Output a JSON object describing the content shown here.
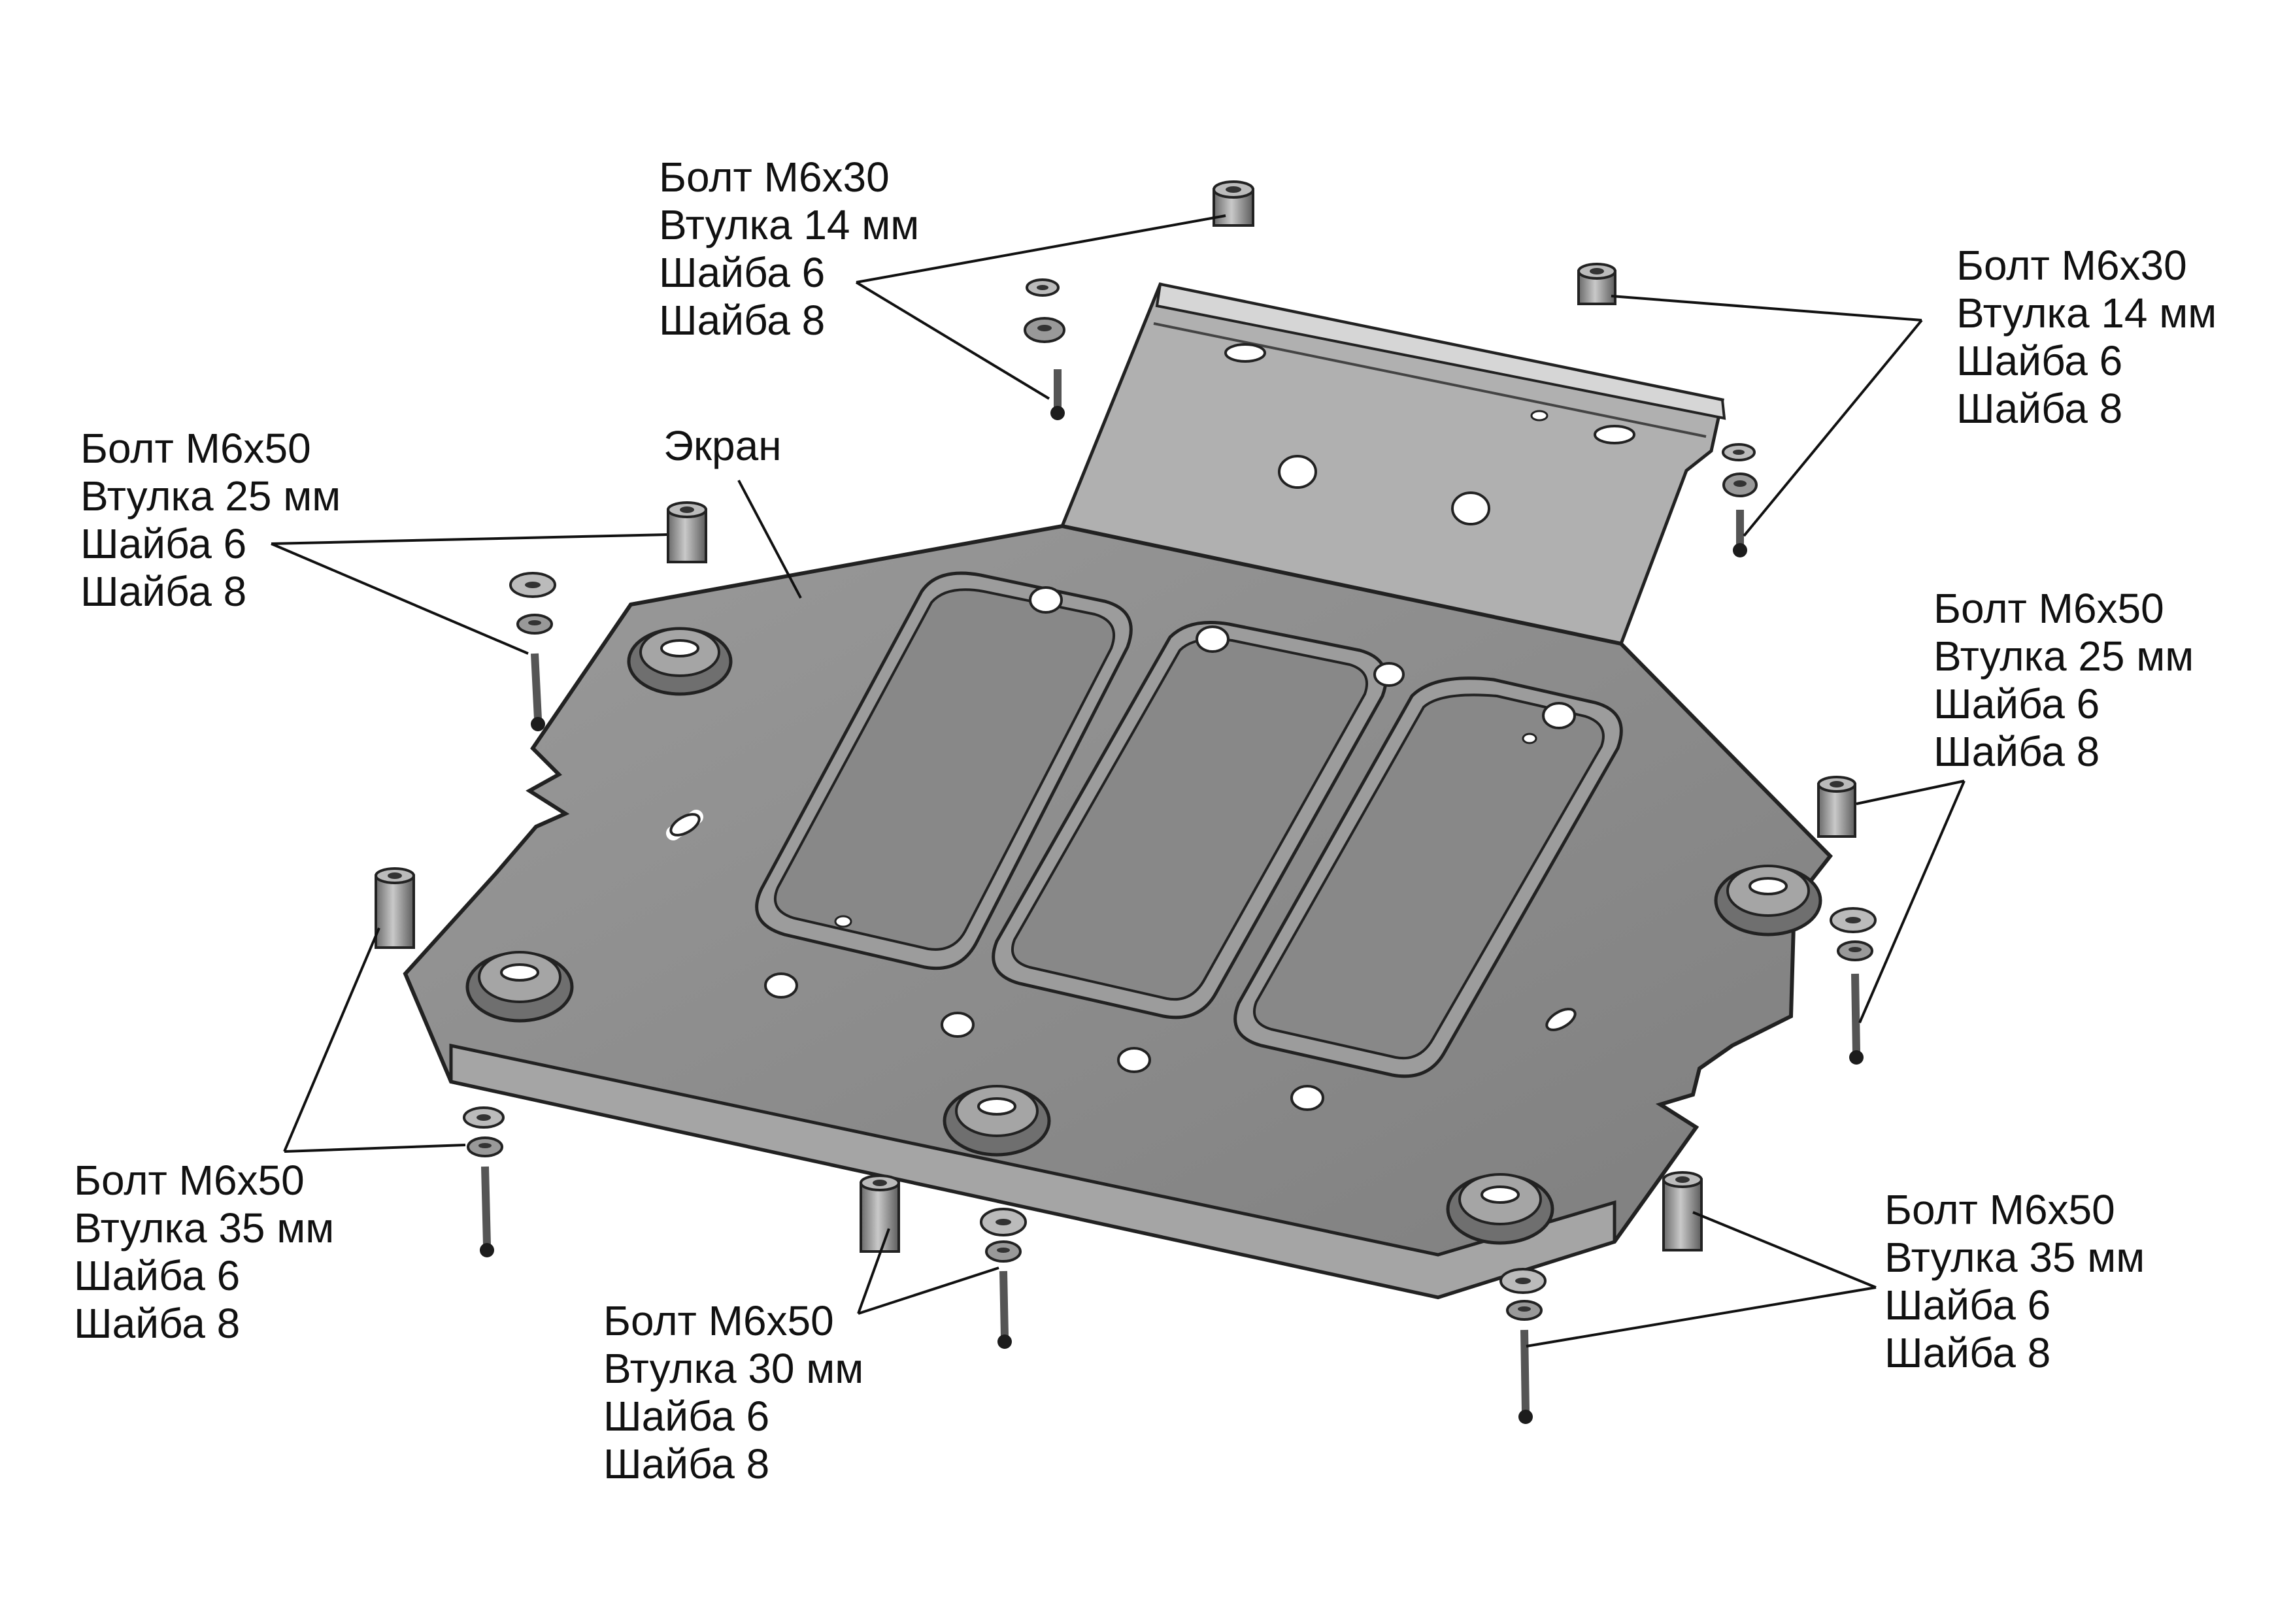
{
  "screen_label": "Экран",
  "callouts": {
    "top_center": [
      "Болт М6х30",
      "Втулка 14 мм",
      "Шайба 6",
      "Шайба 8"
    ],
    "top_right": [
      "Болт М6х30",
      "Втулка 14 мм",
      "Шайба 6",
      "Шайба 8"
    ],
    "left_upper": [
      "Болт М6х50",
      "Втулка 25 мм",
      "Шайба 6",
      "Шайба 8"
    ],
    "right_mid": [
      "Болт М6х50",
      "Втулка 25 мм",
      "Шайба 6",
      "Шайба 8"
    ],
    "left_lower": [
      "Болт М6х50",
      "Втулка 35 мм",
      "Шайба 6",
      "Шайба 8"
    ],
    "bottom_center": [
      "Болт М6х50",
      "Втулка 30 мм",
      "Шайба 6",
      "Шайба 8"
    ],
    "bottom_right": [
      "Болт М6х50",
      "Втулка 35 мм",
      "Шайба 6",
      "Шайба 8"
    ]
  },
  "colors": {
    "plate": "#8d8d8d",
    "plate_light": "#a9a9a9",
    "bracket": "#b4b4b4",
    "edge": "#222222",
    "line": "#111111"
  }
}
